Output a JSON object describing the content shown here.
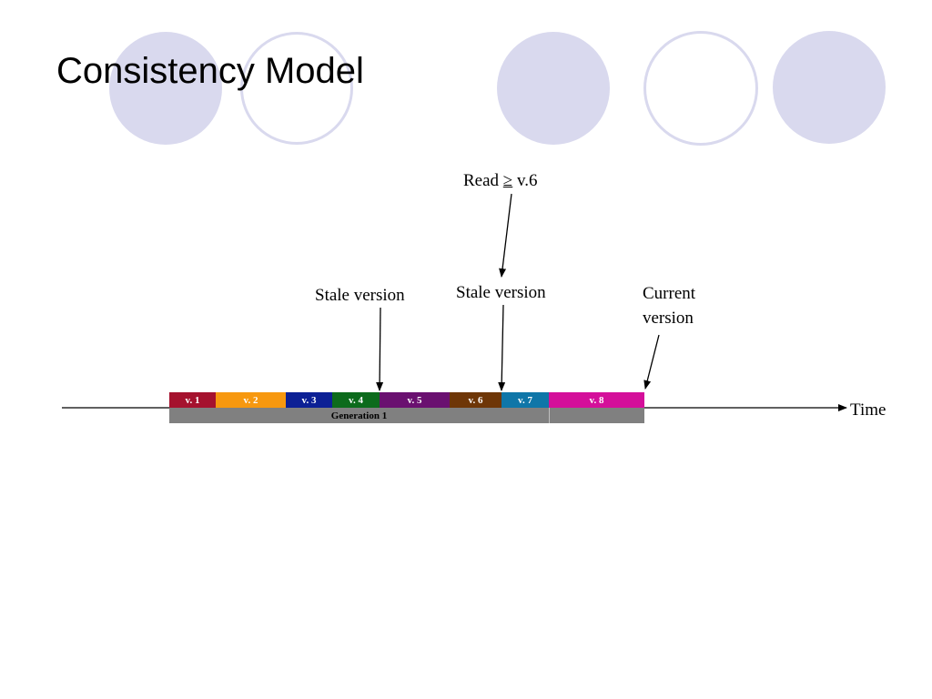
{
  "title": "Consistency Model",
  "timeline": {
    "axis_label": "Time",
    "versions": [
      {
        "label": "v. 1",
        "color": "#a5122e"
      },
      {
        "label": "v. 2",
        "color": "#f7980f"
      },
      {
        "label": "v. 3",
        "color": "#0c2095"
      },
      {
        "label": "v. 4",
        "color": "#0c6b1c"
      },
      {
        "label": "v. 5",
        "color": "#6a1070"
      },
      {
        "label": "v. 6",
        "color": "#6e3607"
      },
      {
        "label": "v. 7",
        "color": "#0f76a8"
      },
      {
        "label": "v. 8",
        "color": "#d40f9a"
      }
    ],
    "generation_label": "Generation 1"
  },
  "annotations": {
    "read_prefix": "Read ",
    "read_symbol": "≥",
    "read_suffix": " v.6",
    "stale_1": "Stale version",
    "stale_2": "Stale version",
    "current_line1": "Current",
    "current_line2": "version"
  },
  "colors": {
    "decoration": "#d9d9ee",
    "generation_bar": "#808080"
  }
}
